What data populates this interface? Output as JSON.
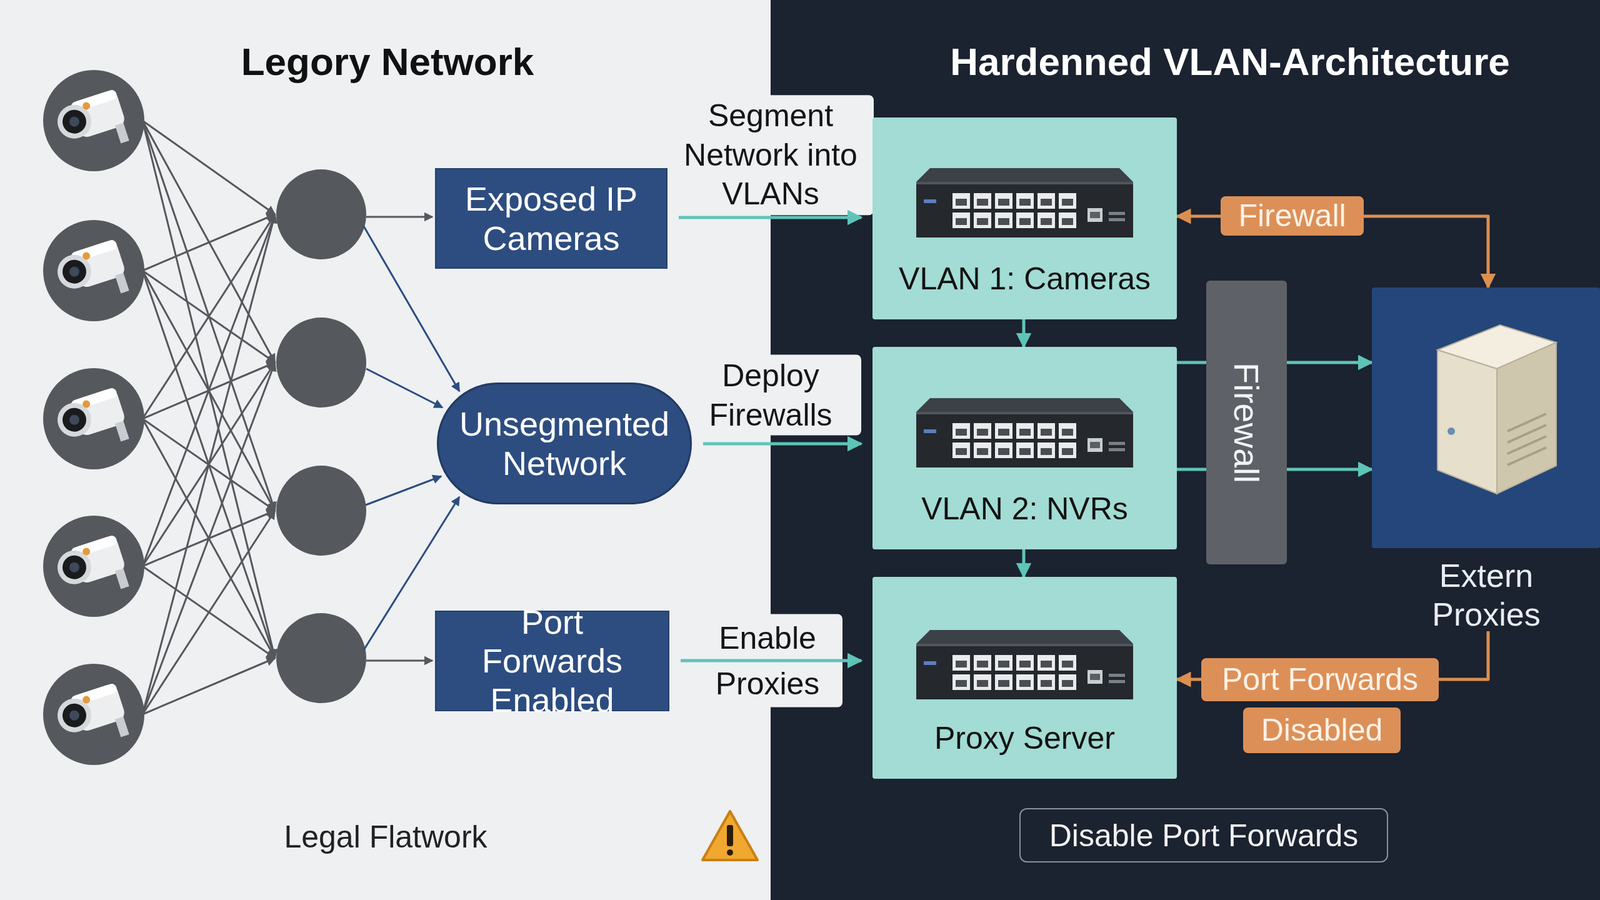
{
  "diagram": {
    "nodes": [
      {
        "text": [
          "Exposed IP Cameras"
        ]
      },
      {
        "text": [
          "Unsegmented Network"
        ]
      },
      {
        "text": [
          "Port Forwards Enabled"
        ]
      },
      {
        "text": [
          "VLAN 1: Cameras"
        ]
      },
      {
        "text": [
          "VLAN 2: NVRs"
        ]
      },
      {
        "text": [
          "Proxy Server"
        ]
      },
      {
        "text": [
          "Firewall"
        ]
      },
      {
        "text": [
          "Firewall"
        ]
      },
      {
        "text": [
          "Extern Proxies"
        ]
      },
      {
        "text": [
          "Port Forwards"
        ]
      },
      {
        "text": [
          "Disabled"
        ]
      },
      {
        "text": [
          "Disable Port Forwards"
        ]
      }
    ],
    "edges": [
      {
        "from": 0,
        "to": 3,
        "arrow": "to",
        "label": "Segment Network into VLANs"
      },
      {
        "from": 1,
        "to": 4,
        "arrow": "to",
        "label": "Deploy Firewalls"
      },
      {
        "from": 2,
        "to": 5,
        "arrow": "to",
        "label": "Enable Proxies"
      },
      {
        "from": 6,
        "to": 3,
        "arrow": "to"
      },
      {
        "from": 6,
        "to": 8,
        "arrow": "to"
      },
      {
        "from": 3,
        "to": 4,
        "arrow": "to"
      },
      {
        "from": 4,
        "to": 8,
        "arrow": "to"
      },
      {
        "from": 4,
        "to": 8,
        "arrow": "to"
      },
      {
        "from": 4,
        "to": 5,
        "arrow": "to"
      },
      {
        "from": 8,
        "to": 9,
        "arrow": "none"
      },
      {
        "from": 9,
        "to": 5,
        "arrow": "to"
      }
    ],
    "labels": [
      "Legory Network",
      "Hardenned VLAN-Architecture",
      "Legal Flatwork"
    ]
  }
}
